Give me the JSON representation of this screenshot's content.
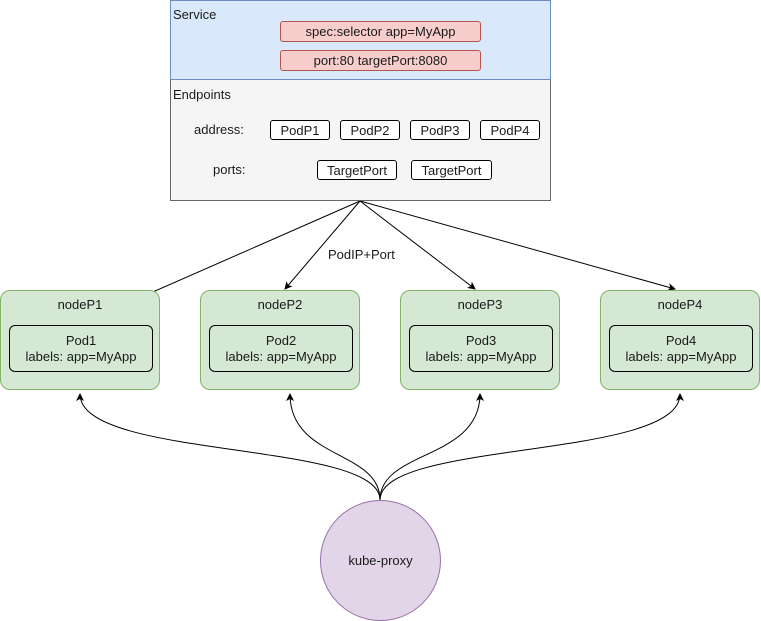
{
  "service": {
    "title": "Service",
    "selector": "spec:selector app=MyApp",
    "ports": "port:80 targetPort:8080"
  },
  "endpoints": {
    "title": "Endpoints",
    "address_label": "address:",
    "addresses": [
      "PodP1",
      "PodP2",
      "PodP3",
      "PodP4"
    ],
    "ports_label": "ports:",
    "ports": [
      "TargetPort",
      "TargetPort"
    ]
  },
  "edge_label": "PodIP+Port",
  "nodes": [
    {
      "title": "nodeP1",
      "pod": "Pod1",
      "labels": "labels: app=MyApp"
    },
    {
      "title": "nodeP2",
      "pod": "Pod2",
      "labels": "labels: app=MyApp"
    },
    {
      "title": "nodeP3",
      "pod": "Pod3",
      "labels": "labels: app=MyApp"
    },
    {
      "title": "nodeP4",
      "pod": "Pod4",
      "labels": "labels: app=MyApp"
    }
  ],
  "proxy": {
    "label": "kube-proxy"
  }
}
